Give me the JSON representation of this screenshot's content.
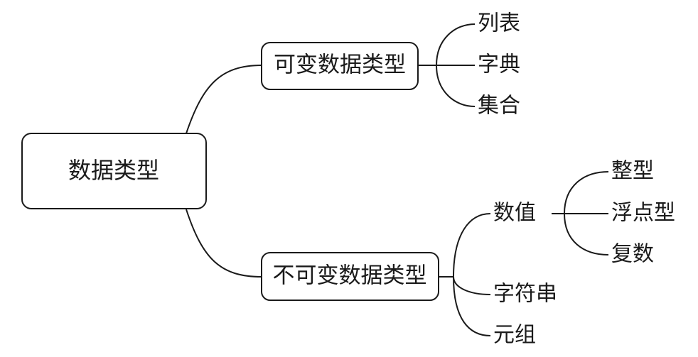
{
  "mindmap": {
    "root": "数据类型",
    "mutable": {
      "label": "可变数据类型",
      "children": [
        "列表",
        "字典",
        "集合"
      ]
    },
    "immutable": {
      "label": "不可变数据类型",
      "numeric": {
        "label": "数值",
        "children": [
          "整型",
          "浮点型",
          "复数"
        ]
      },
      "string": "字符串",
      "tuple": "元组"
    }
  }
}
